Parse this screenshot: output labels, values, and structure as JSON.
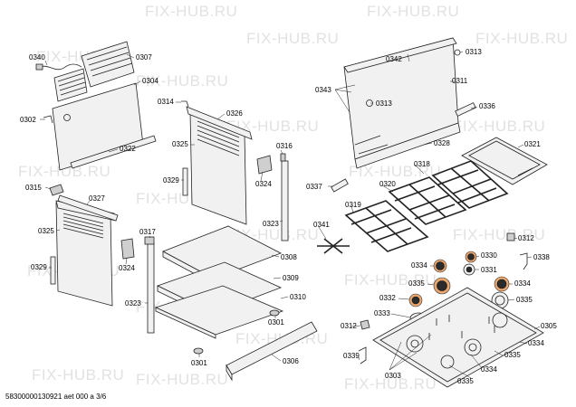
{
  "watermark": "FIX-HUB.RU",
  "footer": "58300000130921 aet 000 a 3/6",
  "labels": {
    "p0340": "0340",
    "p0307": "0307",
    "p0304": "0304",
    "p0302": "0302",
    "p0322": "0322",
    "p0315": "0315",
    "p0327": "0327",
    "p0325a": "0325",
    "p0329a": "0329",
    "p0314": "0314",
    "p0326": "0326",
    "p0325b": "0325",
    "p0316": "0316",
    "p0329b": "0329",
    "p0324a": "0324",
    "p0323a": "0323",
    "p0317": "0317",
    "p0324b": "0324",
    "p0323b": "0323",
    "p0308": "0308",
    "p0309": "0309",
    "p0310": "0310",
    "p0301a": "0301",
    "p0301b": "0301",
    "p0306": "0306",
    "p0342": "0342",
    "p0313a": "0313",
    "p0343": "0343",
    "p0313b": "0313",
    "p0311": "0311",
    "p0336": "0336",
    "p0328": "0328",
    "p0321": "0321",
    "p0318": "0318",
    "p0337": "0337",
    "p0320": "0320",
    "p0319": "0319",
    "p0341": "0341",
    "p0312a": "0312",
    "p0330": "0330",
    "p0338": "0338",
    "p0334a": "0334",
    "p0331": "0331",
    "p0335a": "0335",
    "p0334b": "0334",
    "p0332": "0332",
    "p0335b": "0335",
    "p0333": "0333",
    "p0312b": "0312",
    "p0305": "0305",
    "p0334c": "0334",
    "p0339": "0339",
    "p0335c": "0335",
    "p0303": "0303",
    "p0334d": "0334",
    "p0335d": "0335"
  }
}
